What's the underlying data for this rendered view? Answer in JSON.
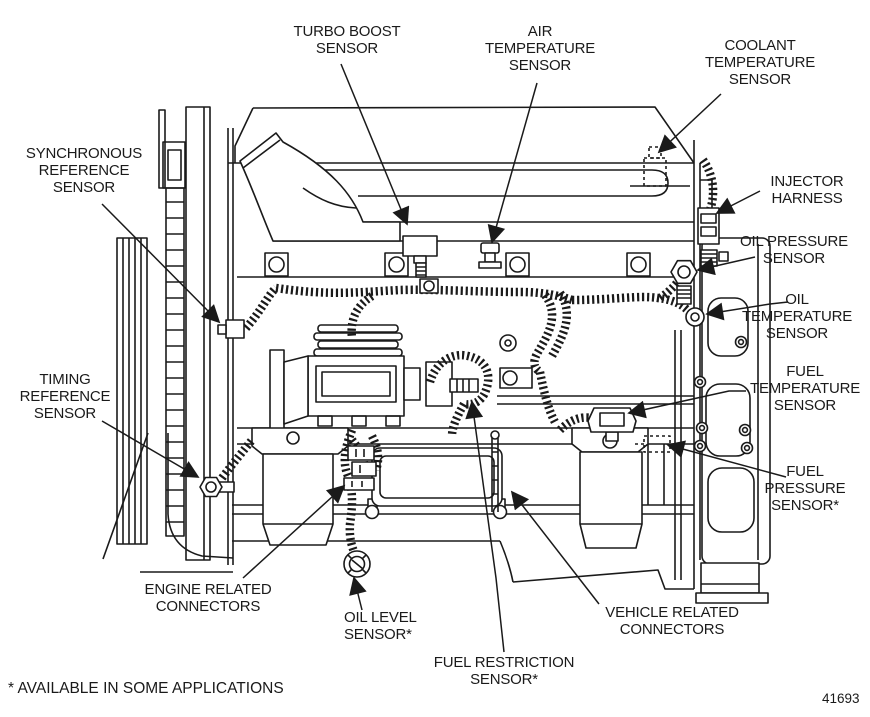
{
  "figure": {
    "footnote": "* AVAILABLE IN SOME APPLICATIONS",
    "figure_number": "41693",
    "background_color": "#ffffff",
    "line_color": "#1a1a1a",
    "subject": "Engine sensor locations diagram"
  },
  "callouts": {
    "turbo_boost": "TURBO BOOST\nSENSOR",
    "air_temperature": "AIR\nTEMPERATURE\nSENSOR",
    "coolant_temperature": "COOLANT\nTEMPERATURE\nSENSOR",
    "synchronous_reference": "SYNCHRONOUS\nREFERENCE\nSENSOR",
    "injector_harness": "INJECTOR\nHARNESS",
    "oil_pressure": "OIL PRESSURE\nSENSOR",
    "oil_temperature": "OIL\nTEMPERATURE\nSENSOR",
    "fuel_temperature": "FUEL\nTEMPERATURE\nSENSOR",
    "fuel_pressure": "FUEL\nPRESSURE\nSENSOR*",
    "timing_reference": "TIMING\nREFERENCE\nSENSOR",
    "engine_related_connectors": "ENGINE RELATED\nCONNECTORS",
    "oil_level": "OIL LEVEL\nSENSOR*",
    "fuel_restriction": "FUEL RESTRICTION\nSENSOR*",
    "vehicle_related_connectors": "VEHICLE RELATED\nCONNECTORS"
  }
}
